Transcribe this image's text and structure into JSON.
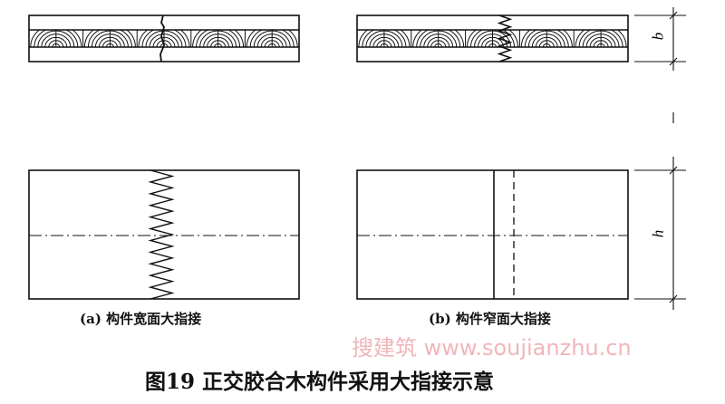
{
  "captions": {
    "a": "(a) 构件宽面大指接",
    "b": "(b) 构件窄面大指接"
  },
  "title": "图19 正交胶合木构件采用大指接示意",
  "dimensions": {
    "b": "b",
    "h": "h"
  },
  "watermark": "搜建筑 www.soujianzhu.cn"
}
